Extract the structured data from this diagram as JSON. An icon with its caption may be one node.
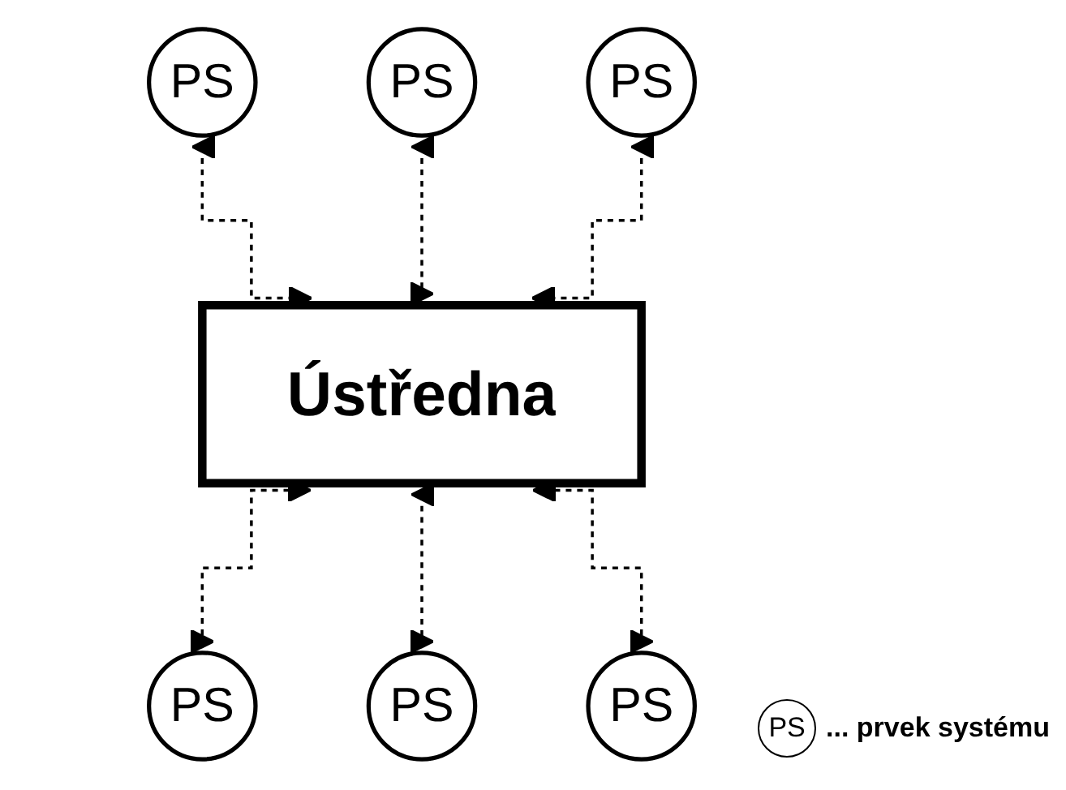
{
  "diagram": {
    "nodes": [
      {
        "text": [
          "PS"
        ]
      },
      {
        "text": [
          "PS"
        ]
      },
      {
        "text": [
          "PS"
        ]
      },
      {
        "text": [
          "Ústředna"
        ]
      },
      {
        "text": [
          "PS"
        ]
      },
      {
        "text": [
          "PS"
        ]
      },
      {
        "text": [
          "PS"
        ]
      }
    ],
    "edges": [
      {
        "from": 0,
        "to": 3,
        "arrow": "both",
        "style": "dashed"
      },
      {
        "from": 1,
        "to": 3,
        "arrow": "both",
        "style": "dashed"
      },
      {
        "from": 2,
        "to": 3,
        "arrow": "both",
        "style": "dashed"
      },
      {
        "from": 3,
        "to": 4,
        "arrow": "both",
        "style": "dashed"
      },
      {
        "from": 3,
        "to": 5,
        "arrow": "both",
        "style": "dashed"
      },
      {
        "from": 3,
        "to": 6,
        "arrow": "both",
        "style": "dashed"
      }
    ],
    "labels": [
      "PS"
    ],
    "legend": [
      {
        "text": "... prvek systému"
      }
    ]
  }
}
